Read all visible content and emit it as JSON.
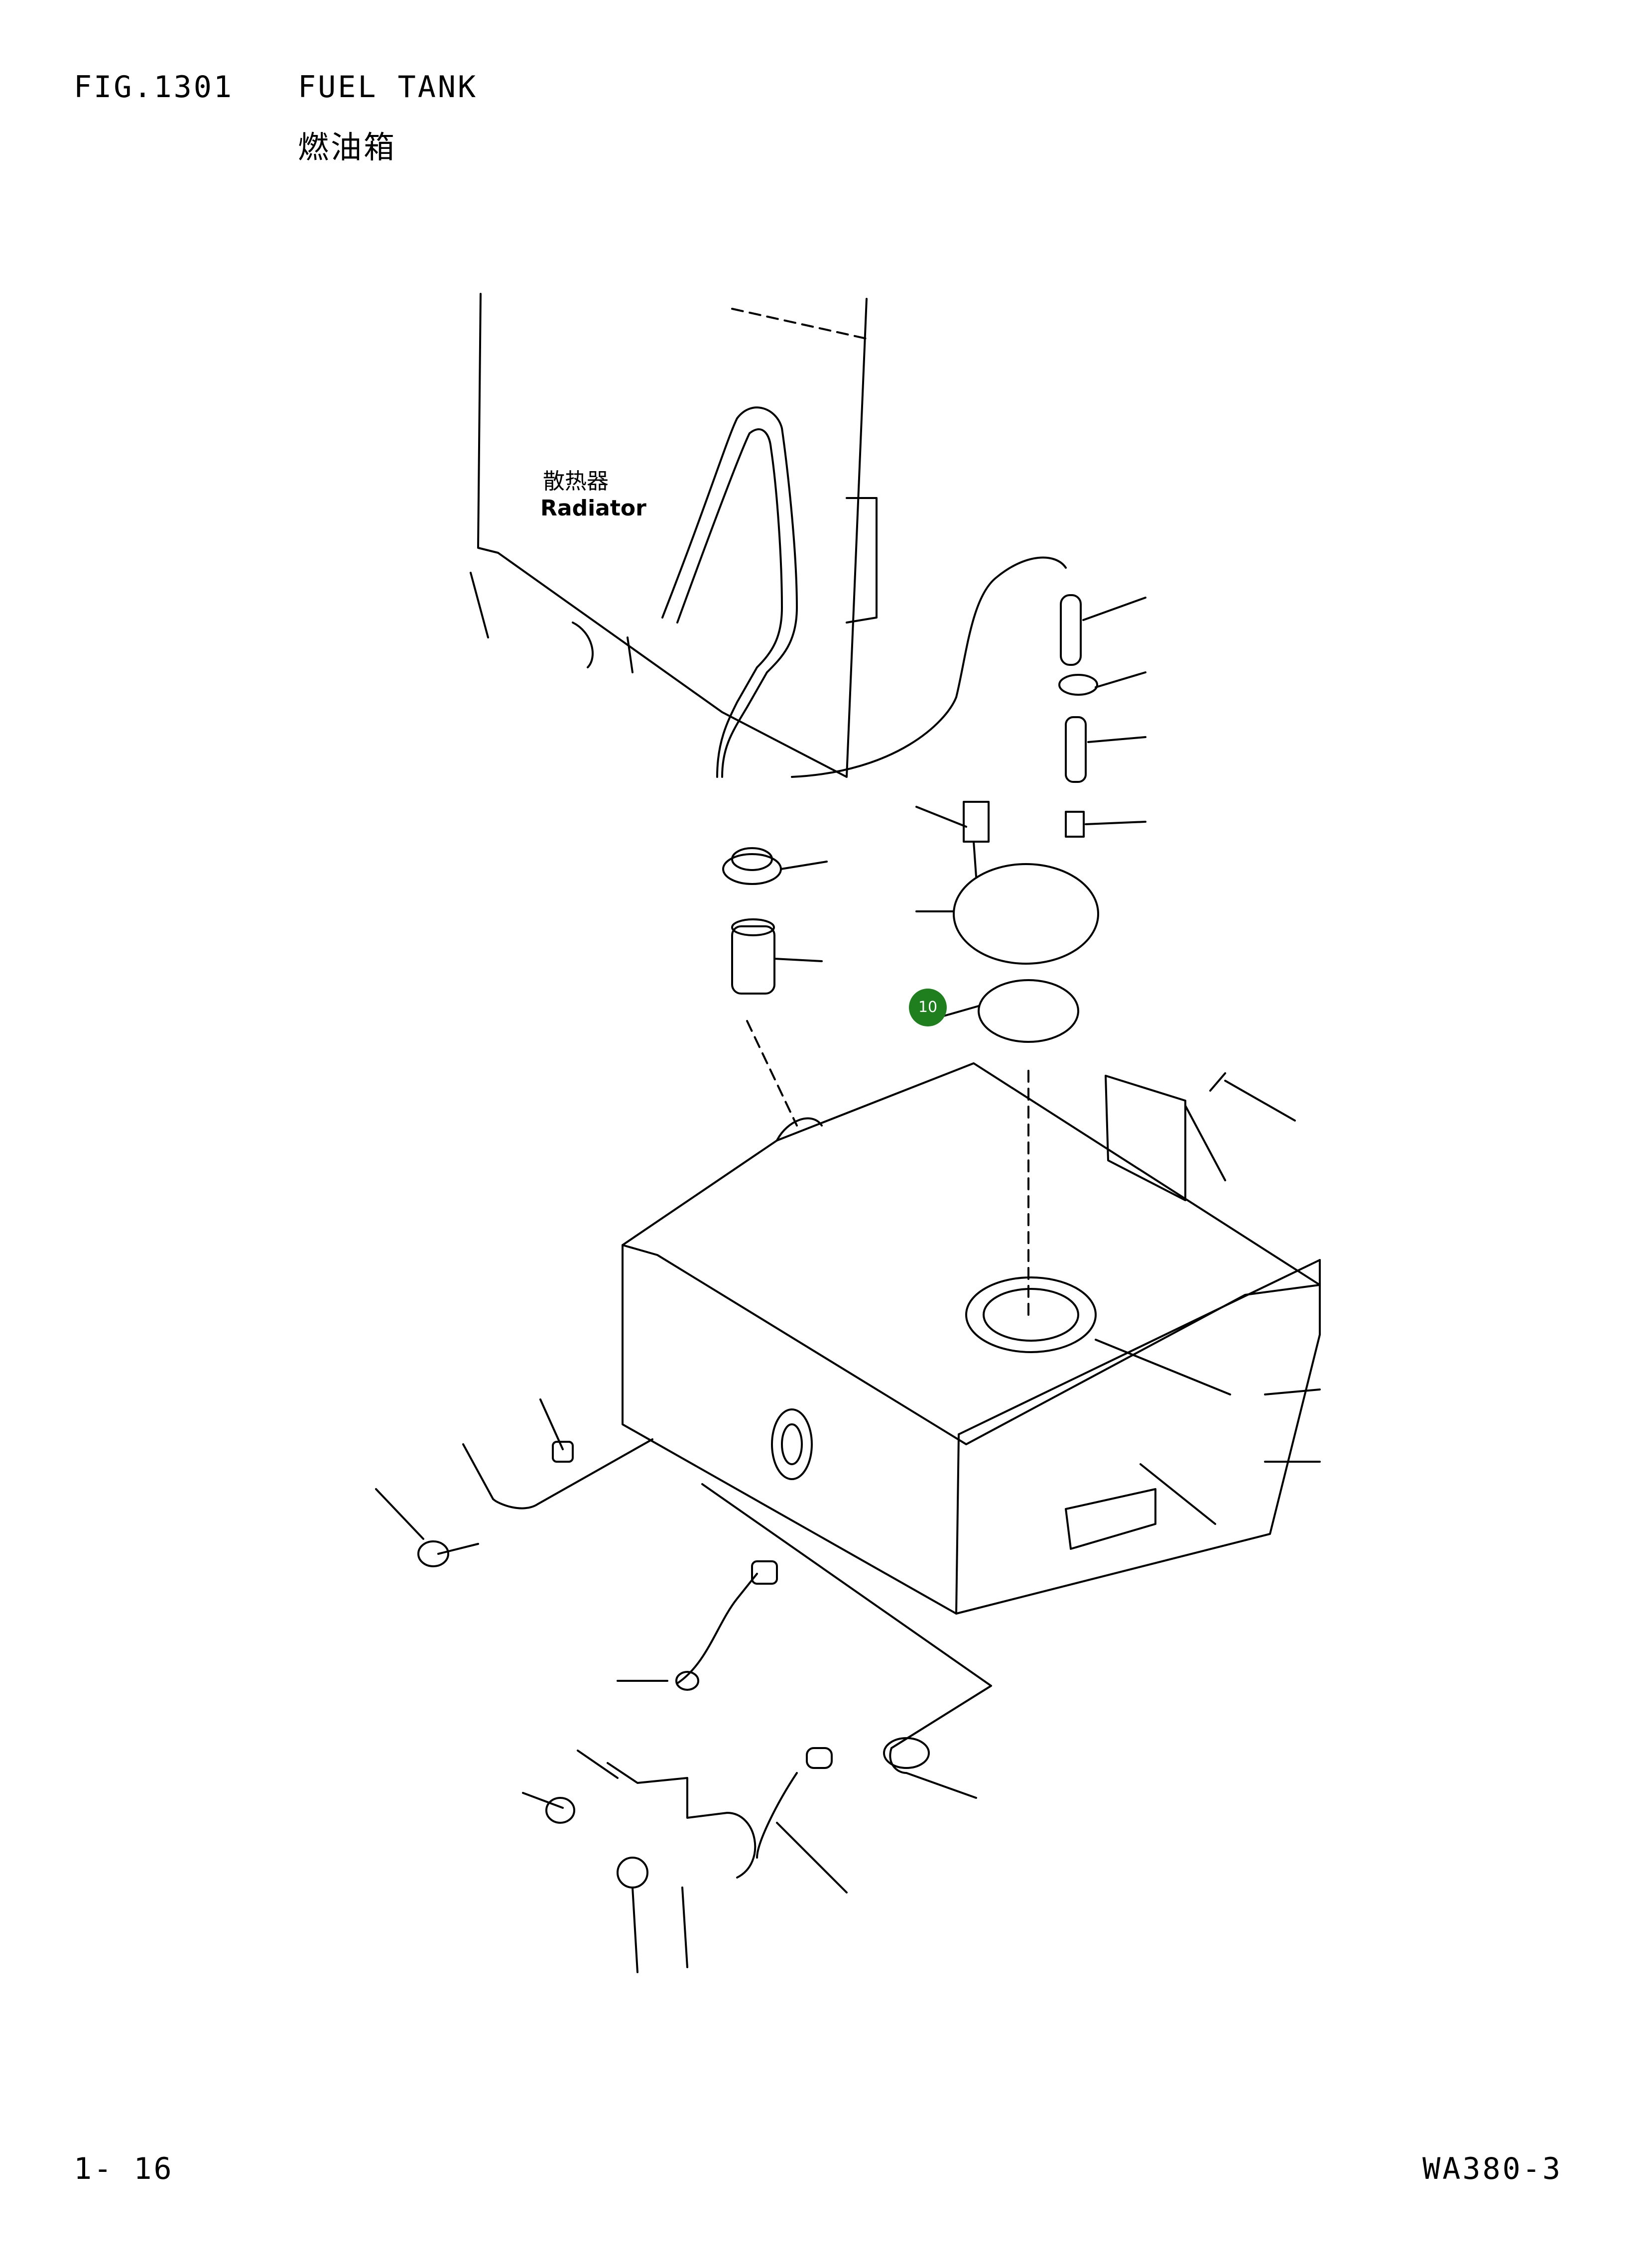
{
  "header": {
    "fig_number": "FIG.1301",
    "title": "FUEL TANK",
    "title_cn": "燃油箱"
  },
  "labels": {
    "radiator_cn": "散热器",
    "radiator_en": "Radiator"
  },
  "callouts": [
    {
      "number": "10",
      "color": "#1f7f1f"
    }
  ],
  "footer": {
    "page": "1- 16",
    "model": "WA380-3"
  }
}
